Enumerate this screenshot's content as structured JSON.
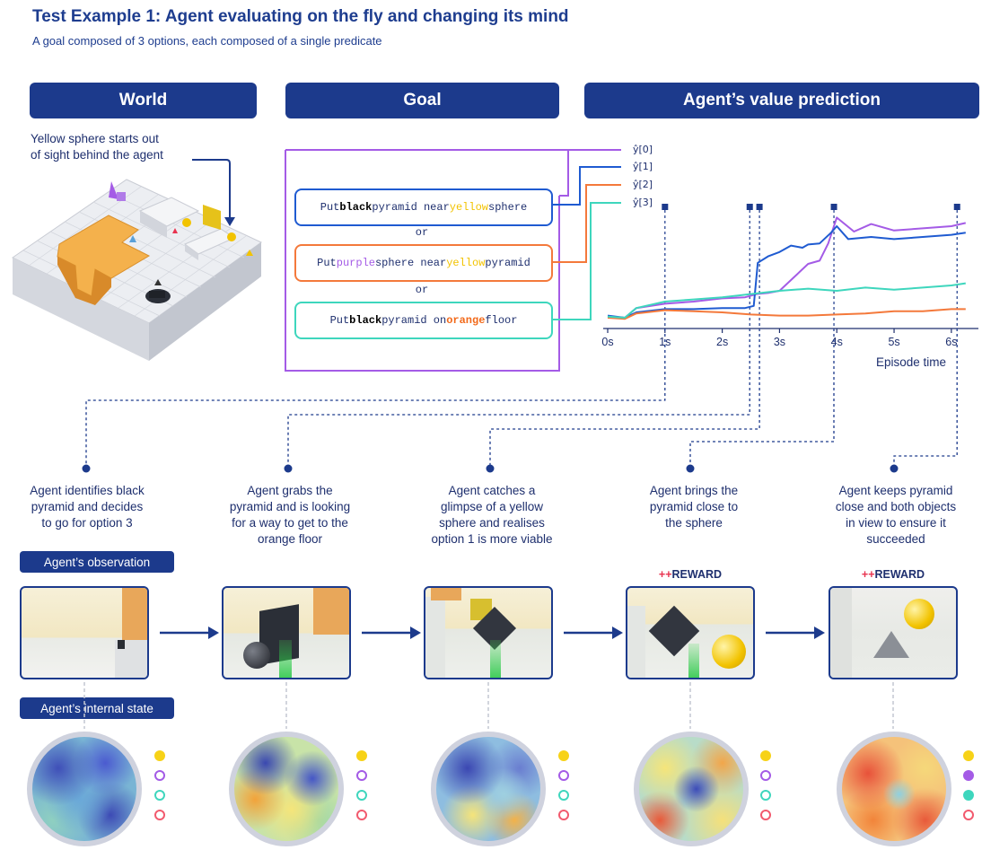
{
  "title": "Test Example 1: Agent evaluating on the fly and changing its mind",
  "subtitle": "A goal composed of 3 options, each composed of a single predicate",
  "headers": {
    "world": "World",
    "goal": "Goal",
    "value": "Agent’s value prediction"
  },
  "world_note": [
    "Yellow sphere starts out",
    "of sight behind the agent"
  ],
  "goal": {
    "or_word": "or",
    "options": [
      {
        "parts": [
          "Put ",
          "black",
          " pyramid near ",
          "yellow",
          " sphere"
        ]
      },
      {
        "parts": [
          "Put ",
          "purple",
          " sphere near ",
          "yellow",
          " pyramid"
        ]
      },
      {
        "parts": [
          "Put ",
          "black",
          " pyramid on ",
          "orange",
          " floor"
        ]
      }
    ]
  },
  "colors": {
    "v0": "#a45be6",
    "v1": "#1f5bd1",
    "v2": "#f4793b",
    "v3": "#3ed6bd",
    "navy": "#1c3a8c",
    "yellow": "#f7d217",
    "red": "#f25a6e"
  },
  "chart_data": {
    "type": "line",
    "xlabel": "Episode time",
    "xlim": [
      0,
      6.3
    ],
    "ylim": [
      0,
      1
    ],
    "xticks": [
      0,
      1,
      2,
      3,
      4,
      5,
      6
    ],
    "xtick_labels": [
      "0s",
      "1s",
      "2s",
      "3s",
      "4s",
      "5s",
      "6s"
    ],
    "series": [
      {
        "name": "ŷ[0]",
        "x": [
          0,
          0.3,
          0.5,
          1.0,
          1.5,
          2.0,
          2.4,
          2.6,
          2.8,
          3.0,
          3.3,
          3.5,
          3.7,
          3.85,
          4.0,
          4.3,
          4.6,
          5.0,
          5.5,
          6.0,
          6.25
        ],
        "values": [
          0.06,
          0.05,
          0.14,
          0.18,
          0.2,
          0.23,
          0.24,
          0.27,
          0.28,
          0.3,
          0.45,
          0.55,
          0.58,
          0.74,
          0.98,
          0.85,
          0.92,
          0.86,
          0.88,
          0.9,
          0.93
        ]
      },
      {
        "name": "ŷ[1]",
        "x": [
          0,
          0.3,
          0.5,
          1.0,
          1.5,
          2.0,
          2.4,
          2.55,
          2.62,
          2.8,
          3.0,
          3.2,
          3.4,
          3.5,
          3.7,
          3.9,
          4.0,
          4.2,
          4.6,
          5.0,
          5.5,
          6.0,
          6.25
        ],
        "values": [
          0.07,
          0.05,
          0.1,
          0.13,
          0.13,
          0.14,
          0.14,
          0.16,
          0.56,
          0.62,
          0.66,
          0.72,
          0.7,
          0.73,
          0.74,
          0.84,
          0.9,
          0.78,
          0.8,
          0.78,
          0.8,
          0.82,
          0.84
        ]
      },
      {
        "name": "ŷ[2]",
        "x": [
          0,
          0.3,
          0.5,
          1.0,
          1.5,
          2.0,
          2.5,
          3.0,
          3.5,
          4.0,
          4.5,
          5.0,
          5.5,
          6.0,
          6.25
        ],
        "values": [
          0.05,
          0.04,
          0.09,
          0.12,
          0.11,
          0.1,
          0.08,
          0.07,
          0.07,
          0.08,
          0.09,
          0.11,
          0.11,
          0.13,
          0.13
        ]
      },
      {
        "name": "ŷ[3]",
        "x": [
          0,
          0.3,
          0.5,
          1.0,
          1.5,
          2.0,
          2.5,
          3.0,
          3.5,
          4.0,
          4.5,
          5.0,
          5.5,
          6.0,
          6.25
        ],
        "values": [
          0.06,
          0.05,
          0.14,
          0.2,
          0.22,
          0.24,
          0.27,
          0.3,
          0.32,
          0.3,
          0.33,
          0.31,
          0.33,
          0.35,
          0.37
        ]
      }
    ],
    "event_markers": [
      1.0,
      2.48,
      2.65,
      3.95,
      6.1
    ]
  },
  "events": [
    {
      "caption": [
        "Agent identifies black",
        "pyramid and decides",
        "to go for option 3"
      ]
    },
    {
      "caption": [
        "Agent grabs the",
        "pyramid and is looking",
        "for a way to get to the",
        "orange floor"
      ]
    },
    {
      "caption": [
        "Agent catches a",
        "glimpse of a yellow",
        "sphere and realises",
        "option 1 is more viable"
      ]
    },
    {
      "caption": [
        "Agent brings the",
        "pyramid close to",
        "the sphere"
      ]
    },
    {
      "caption": [
        "Agent keeps pyramid",
        "close and both objects",
        "in view to ensure it",
        "succeeded"
      ]
    }
  ],
  "labels": {
    "observation": "Agent’s observation",
    "internal_state": "Agent’s internal state"
  },
  "reward": {
    "plus": "++",
    "text": "REWARD"
  },
  "frames": [
    {
      "reward": false,
      "option_state": [
        "filled",
        "ring",
        "ring",
        "ring"
      ]
    },
    {
      "reward": false,
      "option_state": [
        "filled",
        "ring",
        "ring",
        "ring"
      ]
    },
    {
      "reward": false,
      "option_state": [
        "filled",
        "ring",
        "ring",
        "ring"
      ]
    },
    {
      "reward": true,
      "option_state": [
        "filled",
        "ring",
        "ring",
        "ring"
      ]
    },
    {
      "reward": true,
      "option_state": [
        "filled",
        "filled",
        "filled",
        "ring"
      ]
    }
  ]
}
